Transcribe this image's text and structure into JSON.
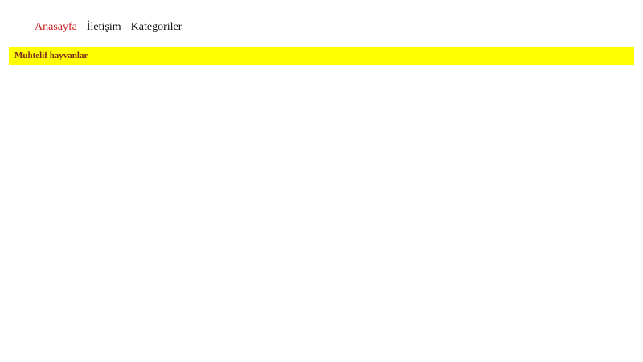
{
  "nav": {
    "items": [
      {
        "label": "Anasayfa",
        "active": true
      },
      {
        "label": "İletişim",
        "active": false
      },
      {
        "label": "Kategoriler",
        "active": false
      }
    ]
  },
  "banner": {
    "title": "Muhtelif hayvanlar",
    "background": "#ffff00",
    "text_color": "#7a2b1a"
  },
  "colors": {
    "active_link": "#cc2222",
    "link": "#111111"
  }
}
